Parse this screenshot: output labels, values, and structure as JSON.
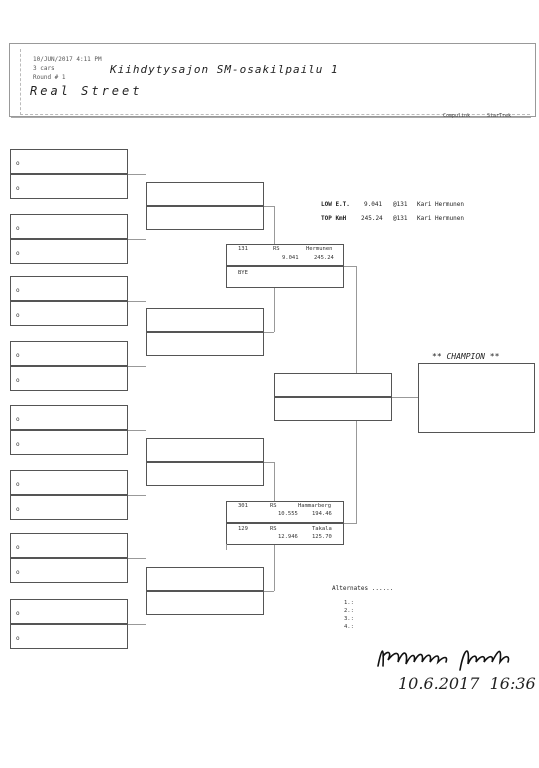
{
  "header": {
    "date_time": "10/JUN/2017   4:11 PM",
    "cars": "3 cars",
    "round": "Round # 1",
    "event_title": "Kiihdytysajon SM-osakilpailu 1",
    "class_name": "Real Street",
    "software_1": "Compulink",
    "software_2": "StarTrek"
  },
  "slot_marker": "o",
  "records": {
    "low_label": "LOW E.T.",
    "low_value": "9.041",
    "low_car": "@131",
    "low_driver": "Kari Hermunen",
    "top_label": "TOP KmH",
    "top_value": "245.24",
    "top_car": "@131",
    "top_driver": "Kari Hermunen"
  },
  "match_top": {
    "row1_num": "131",
    "row1_class": "RS",
    "row1_name": "Hermunen",
    "row1_et": "9.041",
    "row1_speed": "245.24",
    "row2_text": "BYE"
  },
  "match_bottom": {
    "row1_num": "301",
    "row1_class": "RS",
    "row1_name": "Hammarberg",
    "row1_et": "10.555",
    "row1_speed": "194.46",
    "row2_num": "129",
    "row2_class": "RS",
    "row2_name": "Takala",
    "row2_et": "12.946",
    "row2_speed": "125.70"
  },
  "champion_label": "** CHAMPION **",
  "alternates": {
    "label": "Alternates ......",
    "items": [
      "1.:",
      "2.:",
      "3.:",
      "4.:"
    ]
  },
  "signature": {
    "date_time": "10.6.2017  16:36"
  }
}
